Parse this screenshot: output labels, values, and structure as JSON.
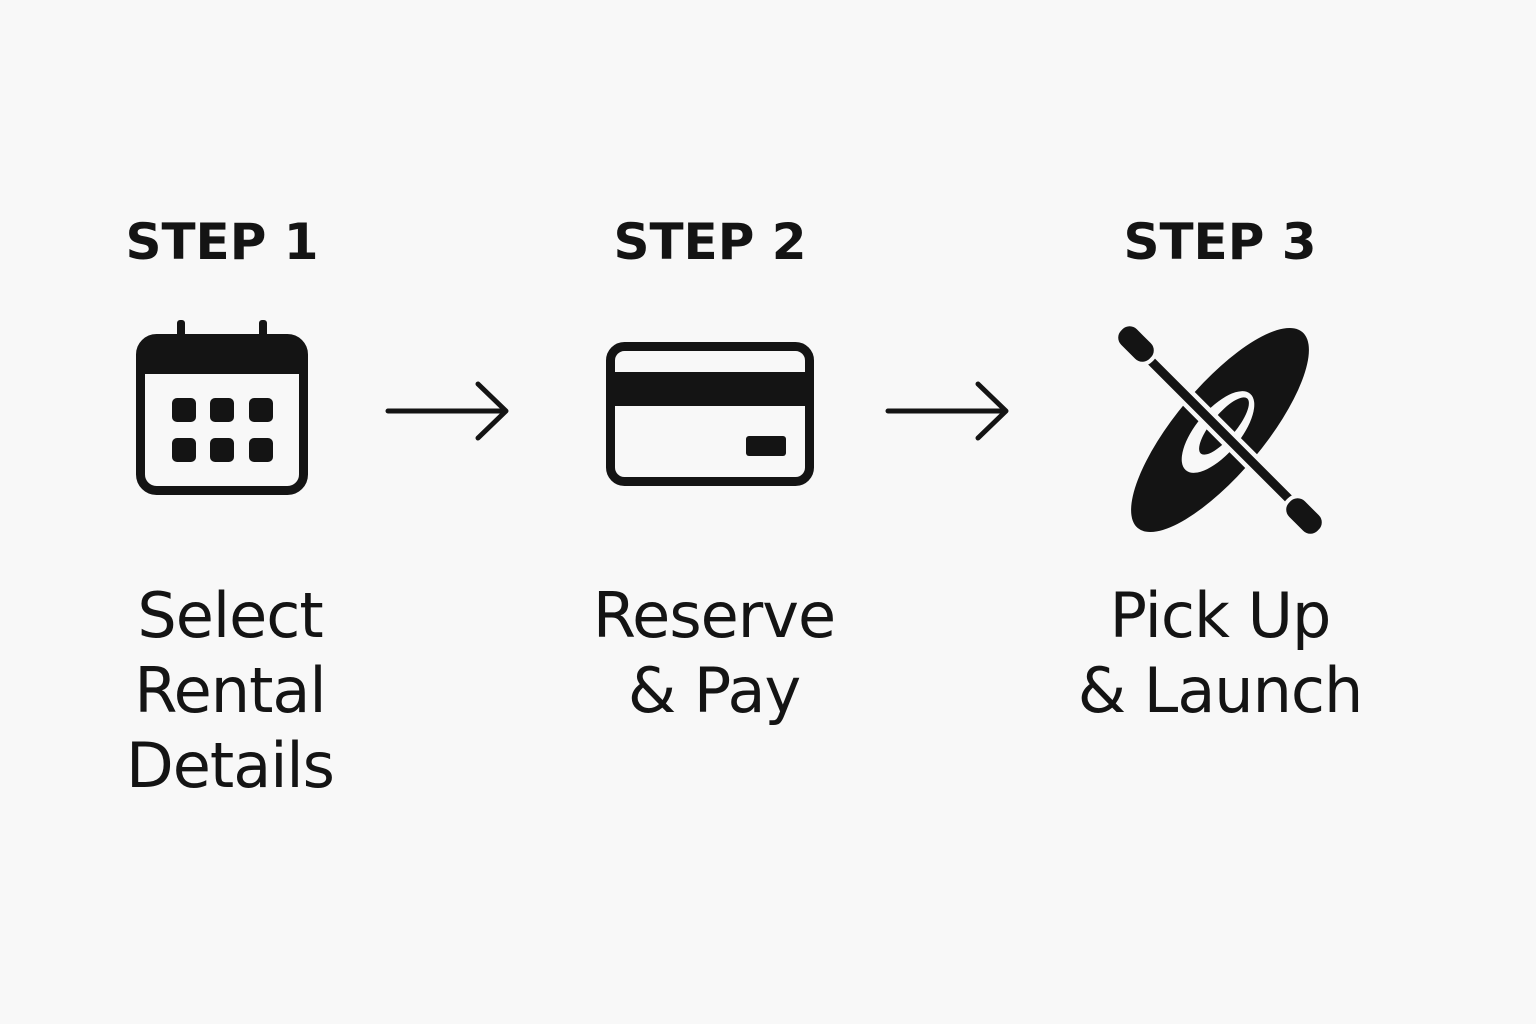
{
  "steps": [
    {
      "heading": "STEP 1",
      "caption_lines": [
        "Select",
        "Rental",
        "Details"
      ],
      "icon": "calendar-icon"
    },
    {
      "heading": "STEP 2",
      "caption_lines": [
        "Reserve",
        "& Pay"
      ],
      "icon": "credit-card-icon"
    },
    {
      "heading": "STEP 3",
      "caption_lines": [
        "Pick Up",
        "& Launch"
      ],
      "icon": "kayak-paddle-icon"
    }
  ],
  "connectors": [
    "arrow-right-icon",
    "arrow-right-icon"
  ],
  "colors": {
    "background": "#f8f8f8",
    "ink": "#141414"
  }
}
